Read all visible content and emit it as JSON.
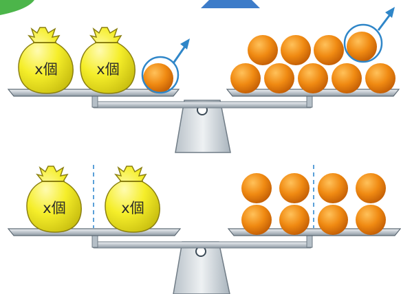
{
  "bag_label": "x個",
  "colors": {
    "bag_fill": "#f5ee2a",
    "bag_stroke": "#8a7f10",
    "orange": "#f08a12",
    "orange_dark": "#c45f05",
    "beam": "#a9b4bd",
    "stand": "#d4dade",
    "arrow": "#2f86c8",
    "divider": "#5aa0d8",
    "top_triangle": "#3d7cc9"
  },
  "scales": [
    {
      "id": "top",
      "left_pan": {
        "bags": 2,
        "oranges": 1,
        "removed_oranges": 1
      },
      "right_pan": {
        "oranges": 9,
        "removed_oranges": 1
      }
    },
    {
      "id": "bottom",
      "left_pan": {
        "bags": 2,
        "groups": 2
      },
      "right_pan": {
        "oranges": 8,
        "groups": 2
      }
    }
  ]
}
